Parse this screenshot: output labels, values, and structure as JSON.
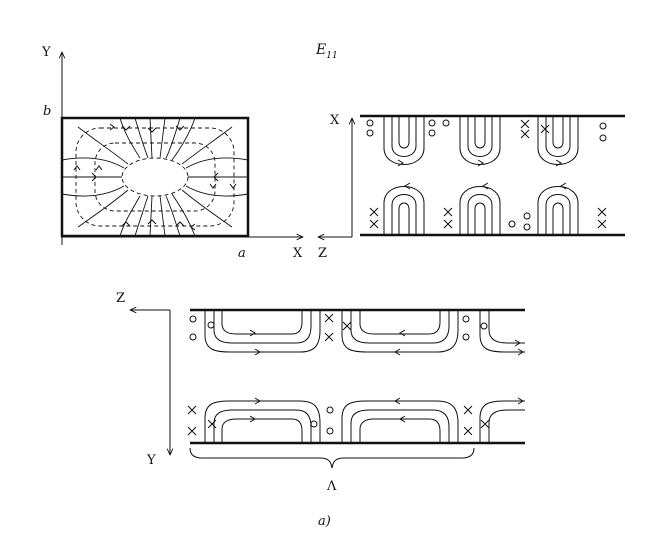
{
  "mode_label": "E11",
  "mode_label_main": "E",
  "mode_label_sub": "11",
  "panel_cross_section": {
    "axis_y_label": "Y",
    "axis_x_label": "X",
    "dim_b_label": "b",
    "dim_a_label": "a"
  },
  "panel_side_view": {
    "axis_x_label": "X",
    "axis_z_label": "Z"
  },
  "panel_top_view": {
    "axis_z_label": "Z",
    "axis_y_label": "Y",
    "wavelength_label": "Λ"
  },
  "caption": "a)"
}
